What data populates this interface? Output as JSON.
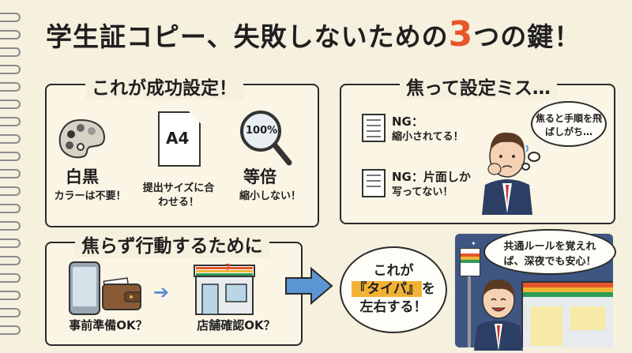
{
  "title": {
    "before": "学生証コピー、失敗しないための",
    "number": "3",
    "after": "つの鍵！"
  },
  "success": {
    "heading": "これが成功設定！",
    "items": [
      {
        "icon": "palette-icon",
        "label": "白黒",
        "caption": "カラーは不要！"
      },
      {
        "icon": "paper-a4-icon",
        "icon_text": "A4",
        "caption": "提出サイズに合わせる！"
      },
      {
        "icon": "magnifier-icon",
        "icon_text": "100%",
        "label": "等倍",
        "caption": "縮小しない！"
      }
    ]
  },
  "mistakes": {
    "heading": "焦って設定ミス…",
    "items": [
      {
        "ng": "NG：",
        "text": "縮小されてる！"
      },
      {
        "ng": "NG：片面しか",
        "text": "写ってない！"
      }
    ],
    "thought": "焦ると手順を飛ばしがち…"
  },
  "action": {
    "heading": "焦らず行動するために",
    "steps": [
      {
        "caption": "事前準備OK？"
      },
      {
        "caption": "店舗確認OK？"
      }
    ],
    "store_sign": "7"
  },
  "bubble_center": {
    "line1": "これが",
    "highlight": "『タイパ』",
    "line2": "を",
    "line3": "左右する！"
  },
  "bubble_right": "共通ルールを覚えれば、深夜でも安心！",
  "colors": {
    "accent": "#e5562a",
    "highlight": "#f2b233",
    "ink": "#1f1f1f"
  }
}
